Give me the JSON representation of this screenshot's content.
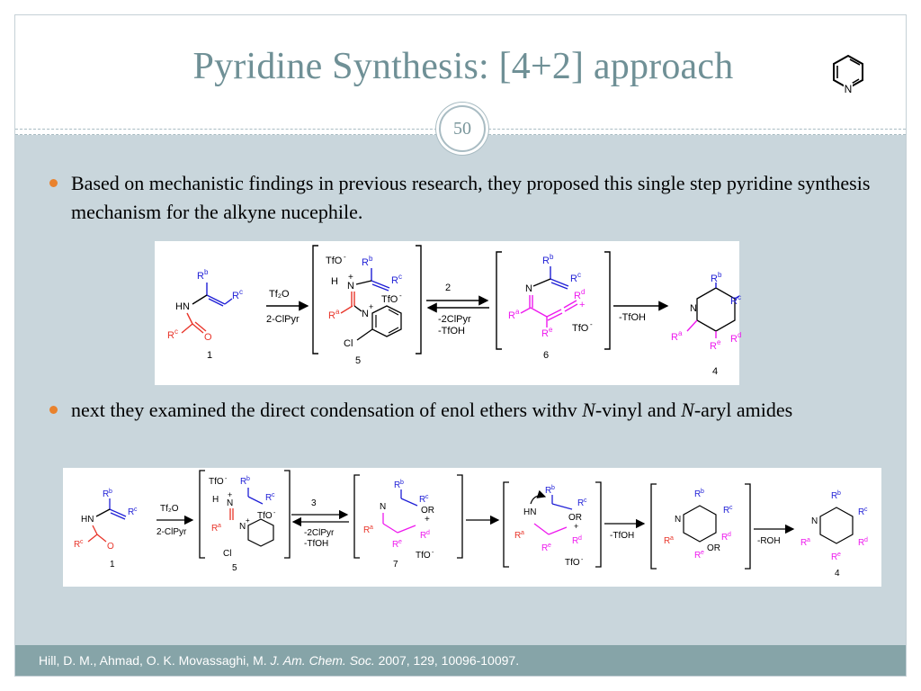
{
  "slide": {
    "title": "Pyridine Synthesis: [4+2] approach",
    "page_number": "50",
    "bullets": [
      {
        "text": "Based on mechanistic findings in previous research, they proposed this single step pyridine synthesis mechanism for the alkyne nucephile."
      },
      {
        "text_a": "next they examined the direct condensation of enol ethers withv ",
        "italic_a": "N",
        "text_b": "-vinyl and ",
        "italic_b": "N",
        "text_c": "-aryl amides"
      }
    ],
    "footer": {
      "authors": "Hill, D. M., Ahmad, O. K. Movassaghi, M. ",
      "journal": "J. Am. Chem. Soc.",
      "details": " 2007, 129, 10096-10097."
    }
  },
  "scheme1": {
    "reagent_top": "Tf₂O",
    "reagent_bottom": "2-ClPyr",
    "eq_top": "2",
    "eq_bottom_1": "-2ClPyr",
    "eq_bottom_2": "-TfOH",
    "final_reagent": "-TfOH",
    "labels": [
      "1",
      "5",
      "6",
      "4"
    ],
    "tfo_counter": "TfO⁻"
  },
  "scheme2": {
    "reagent_top": "Tf₂O",
    "reagent_bottom": "2-ClPyr",
    "eq_top": "3",
    "eq_bottom_1": "-2ClPyr",
    "eq_bottom_2": "-TfOH",
    "step_reagent_1": "-TfOH",
    "step_reagent_2": "-ROH",
    "labels": [
      "1",
      "5",
      "7",
      "4"
    ]
  },
  "colors": {
    "title": "#6f9096",
    "content_bg": "#c9d6dc",
    "footer_bg": "#86a4a8",
    "bullet": "#e9822d",
    "blue": "#1f1fd6",
    "red": "#e8352a",
    "magenta": "#ee19ee"
  }
}
